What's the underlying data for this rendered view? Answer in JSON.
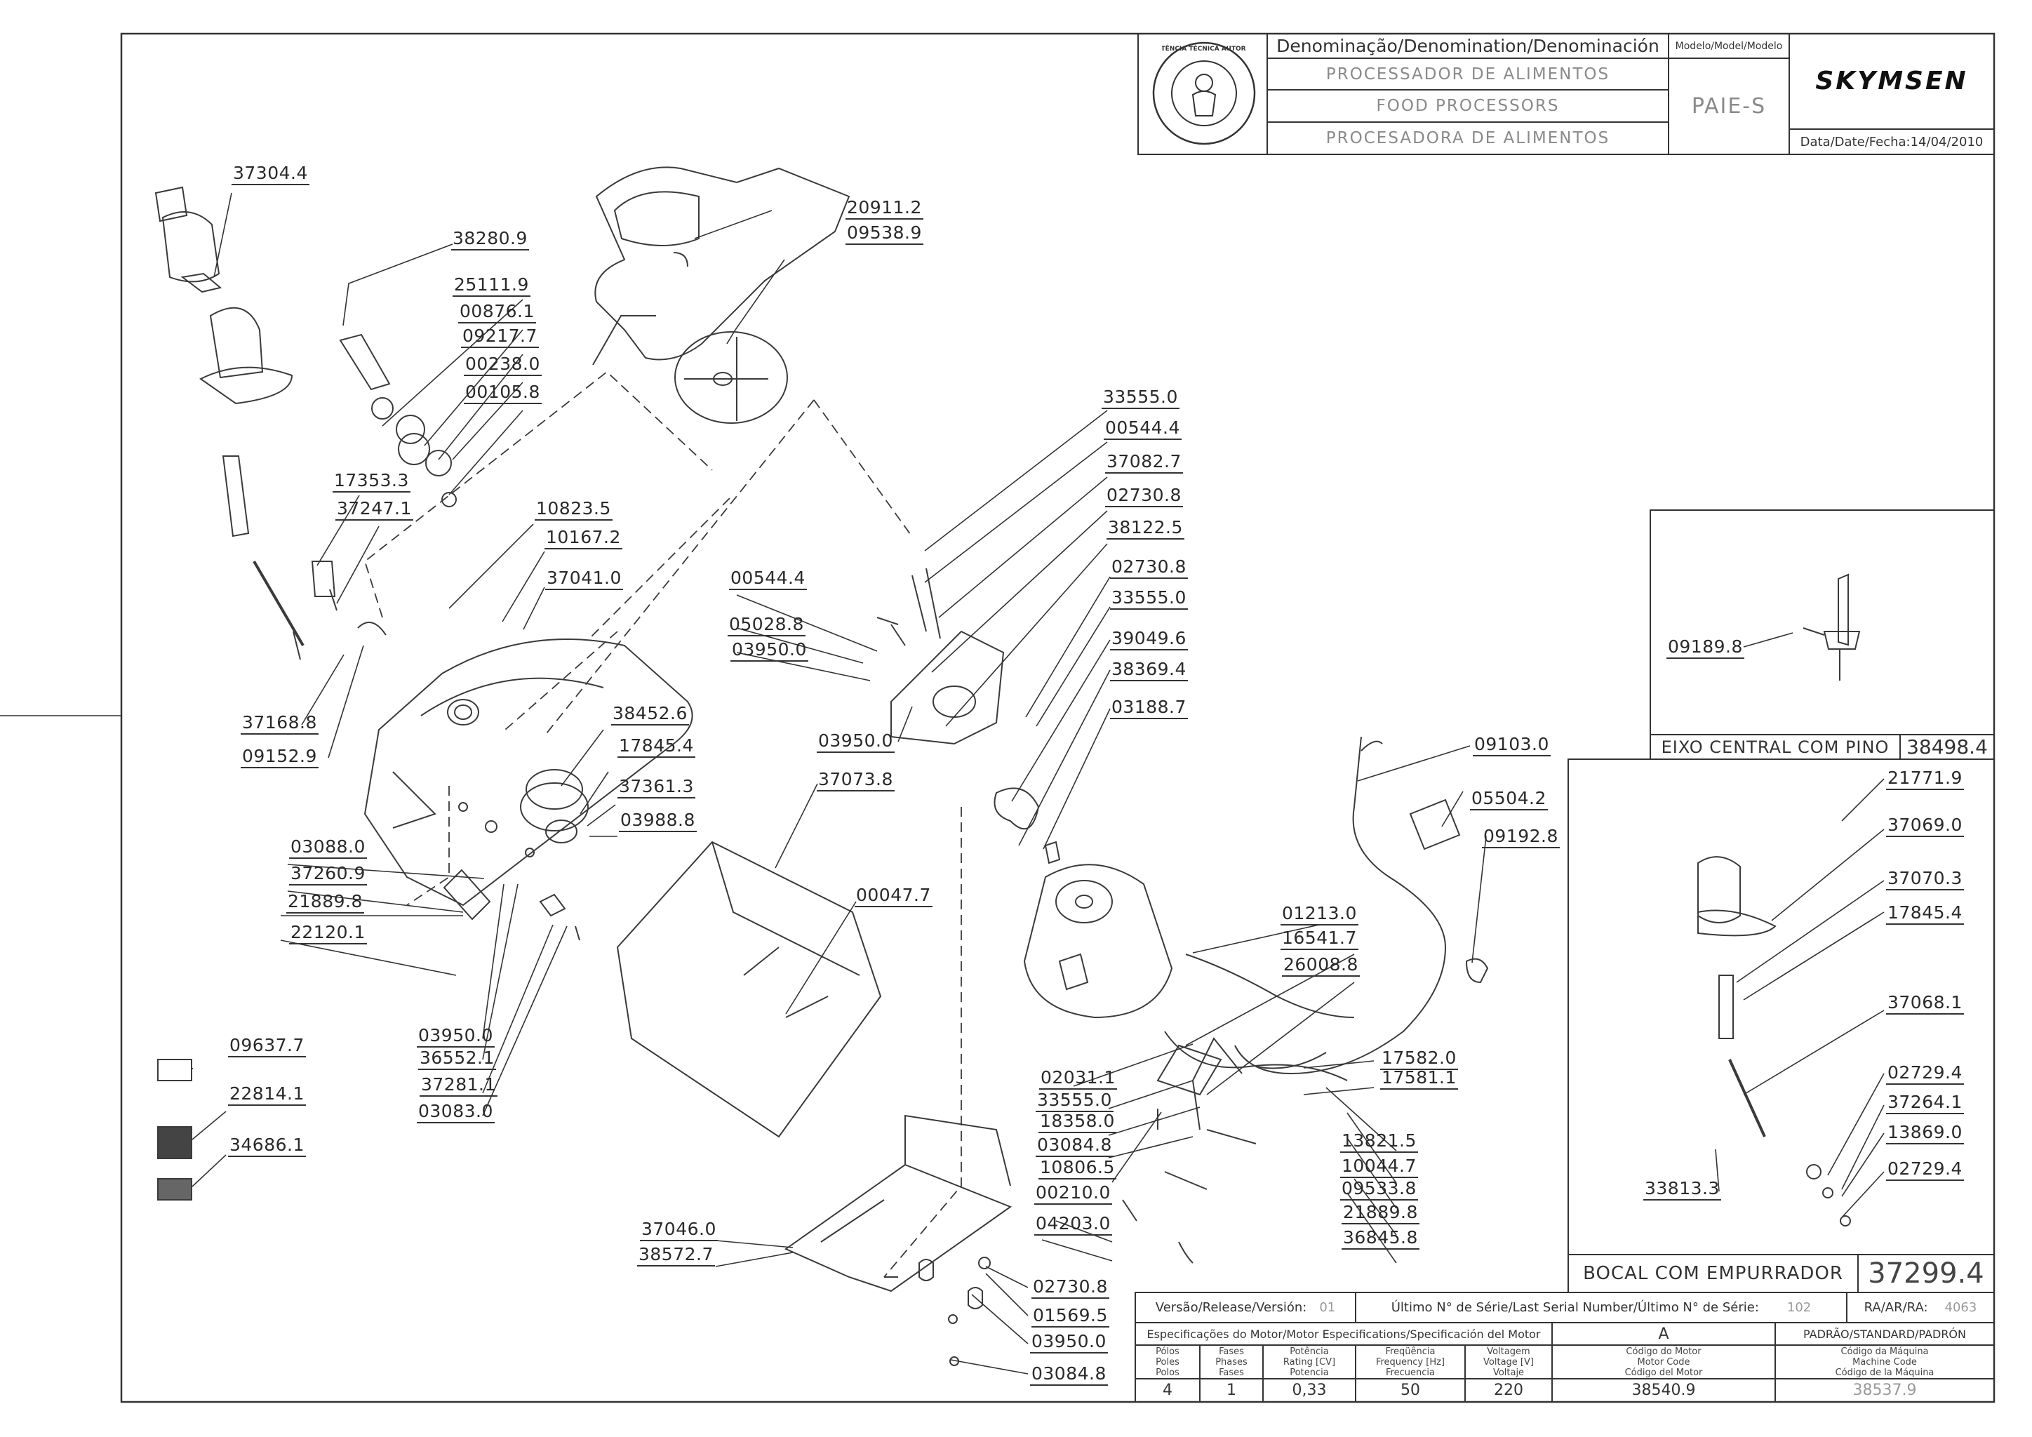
{
  "title_block": {
    "denomination_header": "Denominação/Denomination/Denominación",
    "names": [
      "PROCESSADOR DE ALIMENTOS",
      "FOOD PROCESSORS",
      "PROCESADORA DE ALIMENTOS"
    ],
    "model_header": "Modelo/Model/Modelo",
    "model_value": "PAIE-S",
    "brand": "SKYMSEN",
    "date_label": "Data/Date/Fecha:",
    "date_value": "14/04/2010",
    "seal_text": "ASSISTÊNCIA TÉCNICA AUTORIZADA"
  },
  "insets": {
    "shaft": {
      "caption": "EIXO CENTRAL COM PINO",
      "code": "38498.4",
      "part": "09189.8"
    },
    "bocal": {
      "caption": "BOCAL COM EMPURRADOR",
      "code": "37299.4",
      "parts": [
        "21771.9",
        "37069.0",
        "37070.3",
        "17845.4",
        "37068.1",
        "02729.4",
        "37264.1",
        "13869.0",
        "02729.4",
        "33813.3"
      ]
    }
  },
  "parts": {
    "p37304_4": "37304.4",
    "p38280_9": "38280.9",
    "p20911_2": "20911.2",
    "p09538_9": "09538.9",
    "p25111_9": "25111.9",
    "p00876_1": "00876.1",
    "p09217_7": "09217.7",
    "p00238_0": "00238.0",
    "p00105_8": "00105.8",
    "p17353_3": "17353.3",
    "p37247_1": "37247.1",
    "p10823_5": "10823.5",
    "p10167_2": "10167.2",
    "p37041_0": "37041.0",
    "p37168_8": "37168.8",
    "p09152_9": "09152.9",
    "p38452_6": "38452.6",
    "p17845_4": "17845.4",
    "p37361_3": "37361.3",
    "p03988_8": "03988.8",
    "p03088_0": "03088.0",
    "p37260_9": "37260.9",
    "p21889_8a": "21889.8",
    "p22120_1": "22120.1",
    "p03950_0a": "03950.0",
    "p36552_1": "36552.1",
    "p37281_1": "37281.1",
    "p03083_0": "03083.0",
    "p09637_7": "09637.7",
    "p22814_1": "22814.1",
    "p34686_1": "34686.1",
    "p33555_0a": "33555.0",
    "p00544_4a": "00544.4",
    "p37082_7": "37082.7",
    "p02730_8a": "02730.8",
    "p38122_5": "38122.5",
    "p02730_8b": "02730.8",
    "p33555_0b": "33555.0",
    "p39049_6": "39049.6",
    "p38369_4": "38369.4",
    "p03188_7": "03188.7",
    "p00544_4b": "00544.4",
    "p05028_8": "05028.8",
    "p03950_0b": "03950.0",
    "p03950_0c": "03950.0",
    "p37073_8": "37073.8",
    "p00047_7": "00047.7",
    "p09103_0": "09103.0",
    "p05504_2": "05504.2",
    "p09192_8": "09192.8",
    "p01213_0": "01213.0",
    "p16541_7": "16541.7",
    "p26008_8": "26008.8",
    "p17582_0": "17582.0",
    "p17581_1": "17581.1",
    "p02031_1": "02031.1",
    "p33555_0c": "33555.0",
    "p18358_0": "18358.0",
    "p03084_8a": "03084.8",
    "p10806_5": "10806.5",
    "p00210_0": "00210.0",
    "p04203_0": "04203.0",
    "p13821_5": "13821.5",
    "p10044_7": "10044.7",
    "p09533_8": "09533.8",
    "p21889_8b": "21889.8",
    "p36845_8": "36845.8",
    "p37046_0": "37046.0",
    "p38572_7": "38572.7",
    "p02730_8c": "02730.8",
    "p01569_5": "01569.5",
    "p03950_0d": "03950.0",
    "p03084_8b": "03084.8"
  },
  "footer": {
    "release_label": "Versão/Release/Versión:",
    "release_value": "01",
    "serial_label": "Último N° de Série/Last Serial Number/Último N° de Série:",
    "serial_value": "102",
    "ra_label": "RA/AR/RA:",
    "ra_value": "4063",
    "motor_spec_label": "Especificações do Motor/Motor Especifications/Specificación del Motor",
    "variant_letter": "A",
    "standard_label": "PADRÃO/STANDARD/PADRÓN",
    "motor_headers": [
      [
        "Pólos",
        "Poles",
        "Polos"
      ],
      [
        "Fases",
        "Phases",
        "Fases"
      ],
      [
        "Potência",
        "Rating [CV]",
        "Potencia"
      ],
      [
        "Freqüência",
        "Frequency [Hz]",
        "Frecuencia"
      ],
      [
        "Voltagem",
        "Voltage [V]",
        "Voltaje"
      ],
      [
        "Código do Motor",
        "Motor Code",
        "Código del Motor"
      ],
      [
        "Código da Máquina",
        "Machine Code",
        "Código de la Máquina"
      ]
    ],
    "motor_values": [
      "4",
      "1",
      "0,33",
      "50",
      "220",
      "38540.9",
      "38537.9"
    ]
  }
}
